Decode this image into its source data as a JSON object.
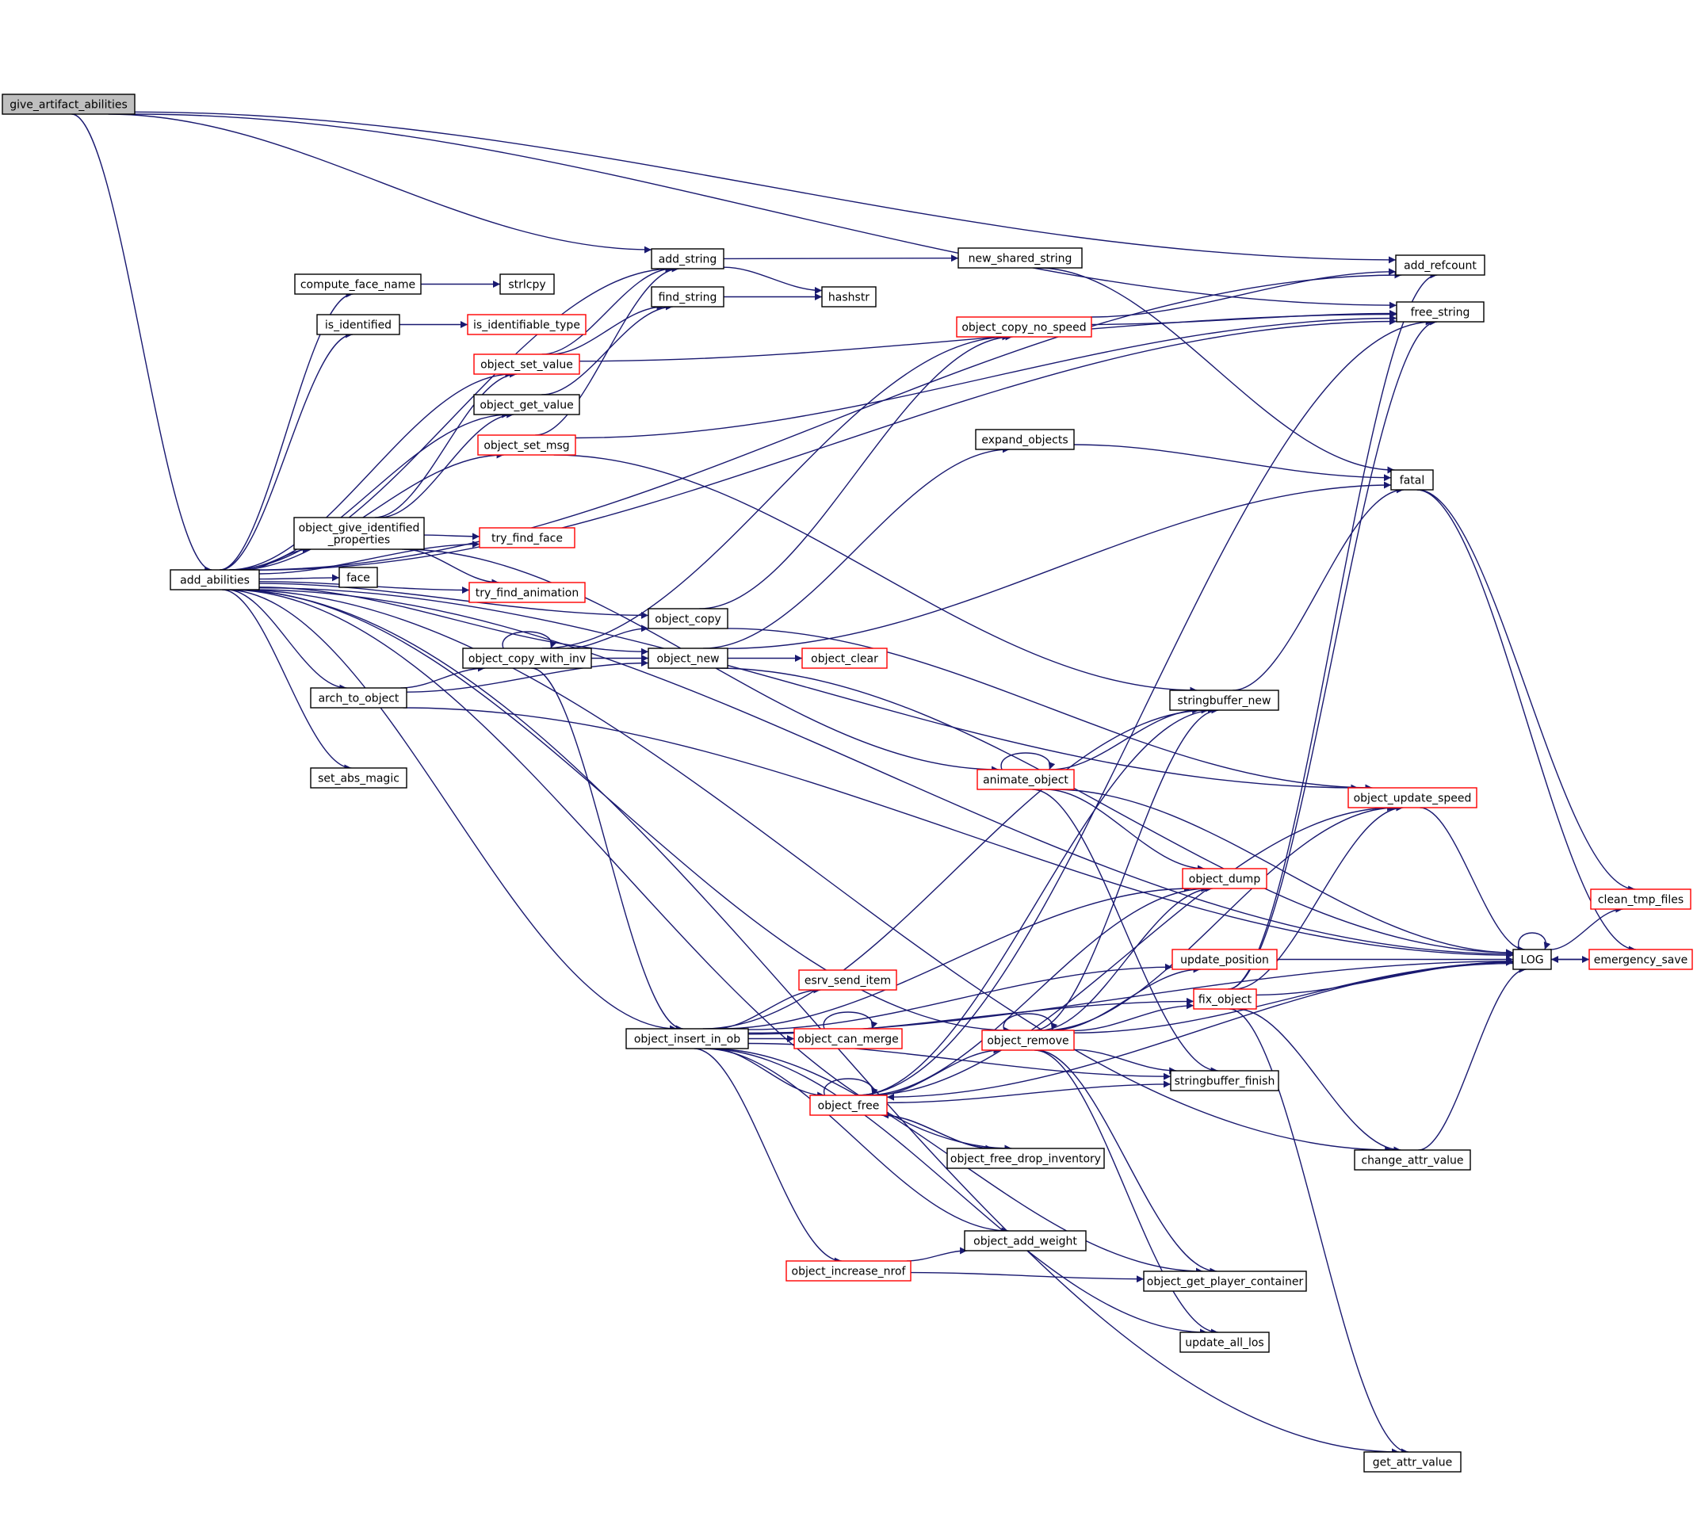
{
  "colors": {
    "edge": "#191970",
    "node_border": "#000000",
    "node_border_truncated": "#ff0000",
    "root_fill": "#bfbfbf",
    "node_fill": "#ffffff"
  },
  "nodes": [
    {
      "id": "give_artifact_abilities",
      "lines": [
        "give_artifact_abilities"
      ],
      "style": "root"
    },
    {
      "id": "add_abilities",
      "lines": [
        "add_abilities"
      ],
      "style": "normal"
    },
    {
      "id": "compute_face_name",
      "lines": [
        "compute_face_name"
      ],
      "style": "normal"
    },
    {
      "id": "strlcpy",
      "lines": [
        "strlcpy"
      ],
      "style": "normal"
    },
    {
      "id": "is_identified",
      "lines": [
        "is_identified"
      ],
      "style": "normal"
    },
    {
      "id": "is_identifiable_type",
      "lines": [
        "is_identifiable_type"
      ],
      "style": "truncated"
    },
    {
      "id": "object_set_value",
      "lines": [
        "object_set_value"
      ],
      "style": "truncated"
    },
    {
      "id": "object_get_value",
      "lines": [
        "object_get_value"
      ],
      "style": "normal"
    },
    {
      "id": "object_set_msg",
      "lines": [
        "object_set_msg"
      ],
      "style": "truncated"
    },
    {
      "id": "object_give_identified_properties",
      "lines": [
        "object_give_identified",
        "_properties"
      ],
      "style": "normal"
    },
    {
      "id": "face",
      "lines": [
        "face"
      ],
      "style": "normal"
    },
    {
      "id": "try_find_face",
      "lines": [
        "try_find_face"
      ],
      "style": "truncated"
    },
    {
      "id": "try_find_animation",
      "lines": [
        "try_find_animation"
      ],
      "style": "truncated"
    },
    {
      "id": "arch_to_object",
      "lines": [
        "arch_to_object"
      ],
      "style": "normal"
    },
    {
      "id": "set_abs_magic",
      "lines": [
        "set_abs_magic"
      ],
      "style": "normal"
    },
    {
      "id": "object_copy_with_inv",
      "lines": [
        "object_copy_with_inv"
      ],
      "style": "normal"
    },
    {
      "id": "add_string",
      "lines": [
        "add_string"
      ],
      "style": "normal"
    },
    {
      "id": "find_string",
      "lines": [
        "find_string"
      ],
      "style": "normal"
    },
    {
      "id": "object_copy",
      "lines": [
        "object_copy"
      ],
      "style": "normal"
    },
    {
      "id": "object_new",
      "lines": [
        "object_new"
      ],
      "style": "normal"
    },
    {
      "id": "object_clear",
      "lines": [
        "object_clear"
      ],
      "style": "truncated"
    },
    {
      "id": "new_shared_string",
      "lines": [
        "new_shared_string"
      ],
      "style": "normal"
    },
    {
      "id": "hashstr",
      "lines": [
        "hashstr"
      ],
      "style": "normal"
    },
    {
      "id": "object_copy_no_speed",
      "lines": [
        "object_copy_no_speed"
      ],
      "style": "truncated"
    },
    {
      "id": "expand_objects",
      "lines": [
        "expand_objects"
      ],
      "style": "normal"
    },
    {
      "id": "stringbuffer_new",
      "lines": [
        "stringbuffer_new"
      ],
      "style": "normal"
    },
    {
      "id": "animate_object",
      "lines": [
        "animate_object"
      ],
      "style": "truncated"
    },
    {
      "id": "object_dump",
      "lines": [
        "object_dump"
      ],
      "style": "truncated"
    },
    {
      "id": "update_position",
      "lines": [
        "update_position"
      ],
      "style": "truncated"
    },
    {
      "id": "fix_object",
      "lines": [
        "fix_object"
      ],
      "style": "truncated"
    },
    {
      "id": "esrv_send_item",
      "lines": [
        "esrv_send_item"
      ],
      "style": "truncated"
    },
    {
      "id": "object_can_merge",
      "lines": [
        "object_can_merge"
      ],
      "style": "truncated"
    },
    {
      "id": "object_insert_in_ob",
      "lines": [
        "object_insert_in_ob"
      ],
      "style": "normal"
    },
    {
      "id": "object_remove",
      "lines": [
        "object_remove"
      ],
      "style": "truncated"
    },
    {
      "id": "object_free",
      "lines": [
        "object_free"
      ],
      "style": "truncated"
    },
    {
      "id": "stringbuffer_finish",
      "lines": [
        "stringbuffer_finish"
      ],
      "style": "normal"
    },
    {
      "id": "object_free_drop_inventory",
      "lines": [
        "object_free_drop_inventory"
      ],
      "style": "normal"
    },
    {
      "id": "object_add_weight",
      "lines": [
        "object_add_weight"
      ],
      "style": "normal"
    },
    {
      "id": "object_increase_nrof",
      "lines": [
        "object_increase_nrof"
      ],
      "style": "truncated"
    },
    {
      "id": "object_get_player_container",
      "lines": [
        "object_get_player_container"
      ],
      "style": "normal"
    },
    {
      "id": "update_all_los",
      "lines": [
        "update_all_los"
      ],
      "style": "normal"
    },
    {
      "id": "add_refcount",
      "lines": [
        "add_refcount"
      ],
      "style": "normal"
    },
    {
      "id": "free_string",
      "lines": [
        "free_string"
      ],
      "style": "normal"
    },
    {
      "id": "fatal",
      "lines": [
        "fatal"
      ],
      "style": "normal"
    },
    {
      "id": "object_update_speed",
      "lines": [
        "object_update_speed"
      ],
      "style": "truncated"
    },
    {
      "id": "change_attr_value",
      "lines": [
        "change_attr_value"
      ],
      "style": "normal"
    },
    {
      "id": "get_attr_value",
      "lines": [
        "get_attr_value"
      ],
      "style": "normal"
    },
    {
      "id": "LOG",
      "lines": [
        "LOG"
      ],
      "style": "normal"
    },
    {
      "id": "clean_tmp_files",
      "lines": [
        "clean_tmp_files"
      ],
      "style": "truncated"
    },
    {
      "id": "emergency_save",
      "lines": [
        "emergency_save"
      ],
      "style": "truncated"
    }
  ],
  "edges": [
    [
      "give_artifact_abilities",
      "add_abilities"
    ],
    [
      "give_artifact_abilities",
      "add_string"
    ],
    [
      "give_artifact_abilities",
      "add_refcount"
    ],
    [
      "give_artifact_abilities",
      "free_string"
    ],
    [
      "add_abilities",
      "compute_face_name"
    ],
    [
      "add_abilities",
      "is_identified"
    ],
    [
      "add_abilities",
      "object_set_value"
    ],
    [
      "add_abilities",
      "object_get_value"
    ],
    [
      "add_abilities",
      "object_set_msg"
    ],
    [
      "add_abilities",
      "object_give_identified_properties"
    ],
    [
      "add_abilities",
      "face"
    ],
    [
      "add_abilities",
      "try_find_face"
    ],
    [
      "add_abilities",
      "try_find_animation"
    ],
    [
      "add_abilities",
      "arch_to_object"
    ],
    [
      "add_abilities",
      "set_abs_magic"
    ],
    [
      "add_abilities",
      "object_copy"
    ],
    [
      "add_abilities",
      "object_new"
    ],
    [
      "add_abilities",
      "object_insert_in_ob"
    ],
    [
      "add_abilities",
      "object_remove"
    ],
    [
      "add_abilities",
      "object_update_speed"
    ],
    [
      "add_abilities",
      "object_free_drop_inventory"
    ],
    [
      "add_abilities",
      "change_attr_value"
    ],
    [
      "add_abilities",
      "get_attr_value"
    ],
    [
      "add_abilities",
      "add_string"
    ],
    [
      "add_abilities",
      "add_refcount"
    ],
    [
      "add_abilities",
      "free_string"
    ],
    [
      "add_abilities",
      "LOG"
    ],
    [
      "compute_face_name",
      "strlcpy"
    ],
    [
      "is_identified",
      "is_identifiable_type"
    ],
    [
      "object_set_value",
      "add_string"
    ],
    [
      "object_set_value",
      "find_string"
    ],
    [
      "object_set_value",
      "free_string"
    ],
    [
      "object_get_value",
      "find_string"
    ],
    [
      "object_set_msg",
      "add_string"
    ],
    [
      "object_set_msg",
      "free_string"
    ],
    [
      "object_set_msg",
      "stringbuffer_new"
    ],
    [
      "object_give_identified_properties",
      "object_set_value"
    ],
    [
      "object_give_identified_properties",
      "object_get_value"
    ],
    [
      "object_give_identified_properties",
      "try_find_face"
    ],
    [
      "object_give_identified_properties",
      "try_find_animation"
    ],
    [
      "object_give_identified_properties",
      "animate_object"
    ],
    [
      "arch_to_object",
      "object_copy_with_inv"
    ],
    [
      "arch_to_object",
      "object_new"
    ],
    [
      "arch_to_object",
      "LOG"
    ],
    [
      "object_copy_with_inv",
      "object_copy_with_inv"
    ],
    [
      "object_copy_with_inv",
      "object_copy"
    ],
    [
      "object_copy_with_inv",
      "object_new"
    ],
    [
      "object_copy_with_inv",
      "object_copy_no_speed"
    ],
    [
      "object_copy_with_inv",
      "object_insert_in_ob"
    ],
    [
      "object_copy",
      "object_copy_no_speed"
    ],
    [
      "object_copy",
      "object_update_speed"
    ],
    [
      "object_new",
      "object_clear"
    ],
    [
      "object_new",
      "expand_objects"
    ],
    [
      "object_new",
      "fatal"
    ],
    [
      "object_new",
      "LOG"
    ],
    [
      "add_string",
      "new_shared_string"
    ],
    [
      "add_string",
      "hashstr"
    ],
    [
      "find_string",
      "hashstr"
    ],
    [
      "new_shared_string",
      "fatal"
    ],
    [
      "object_copy_no_speed",
      "add_refcount"
    ],
    [
      "object_copy_no_speed",
      "free_string"
    ],
    [
      "expand_objects",
      "fatal"
    ],
    [
      "stringbuffer_new",
      "fatal"
    ],
    [
      "animate_object",
      "animate_object"
    ],
    [
      "animate_object",
      "stringbuffer_new"
    ],
    [
      "animate_object",
      "object_dump"
    ],
    [
      "animate_object",
      "stringbuffer_finish"
    ],
    [
      "animate_object",
      "LOG"
    ],
    [
      "object_insert_in_ob",
      "esrv_send_item"
    ],
    [
      "object_insert_in_ob",
      "object_can_merge"
    ],
    [
      "object_insert_in_ob",
      "object_free"
    ],
    [
      "object_insert_in_ob",
      "object_dump"
    ],
    [
      "object_insert_in_ob",
      "update_position"
    ],
    [
      "object_insert_in_ob",
      "fix_object"
    ],
    [
      "object_insert_in_ob",
      "stringbuffer_new"
    ],
    [
      "object_insert_in_ob",
      "stringbuffer_finish"
    ],
    [
      "object_insert_in_ob",
      "object_add_weight"
    ],
    [
      "object_insert_in_ob",
      "object_increase_nrof"
    ],
    [
      "object_insert_in_ob",
      "object_get_player_container"
    ],
    [
      "object_insert_in_ob",
      "update_all_los"
    ],
    [
      "object_insert_in_ob",
      "LOG"
    ],
    [
      "object_can_merge",
      "object_can_merge"
    ],
    [
      "object_free",
      "object_free"
    ],
    [
      "object_free",
      "object_remove"
    ],
    [
      "object_free",
      "object_free_drop_inventory"
    ],
    [
      "object_free",
      "stringbuffer_new"
    ],
    [
      "object_free",
      "stringbuffer_finish"
    ],
    [
      "object_free",
      "object_dump"
    ],
    [
      "object_free",
      "object_update_speed"
    ],
    [
      "object_free",
      "free_string"
    ],
    [
      "object_free_drop_inventory",
      "object_free"
    ],
    [
      "object_remove",
      "object_remove"
    ],
    [
      "object_remove",
      "fix_object"
    ],
    [
      "object_remove",
      "stringbuffer_new"
    ],
    [
      "object_remove",
      "stringbuffer_finish"
    ],
    [
      "object_remove",
      "object_dump"
    ],
    [
      "object_remove",
      "update_position"
    ],
    [
      "object_remove",
      "object_update_speed"
    ],
    [
      "object_remove",
      "object_get_player_container"
    ],
    [
      "object_remove",
      "update_all_los"
    ],
    [
      "object_remove",
      "LOG"
    ],
    [
      "object_increase_nrof",
      "object_add_weight"
    ],
    [
      "object_increase_nrof",
      "object_get_player_container"
    ],
    [
      "update_position",
      "LOG"
    ],
    [
      "fix_object",
      "LOG"
    ],
    [
      "fix_object",
      "add_refcount"
    ],
    [
      "fix_object",
      "free_string"
    ],
    [
      "fix_object",
      "object_update_speed"
    ],
    [
      "fix_object",
      "change_attr_value"
    ],
    [
      "fix_object",
      "get_attr_value"
    ],
    [
      "change_attr_value",
      "LOG"
    ],
    [
      "object_update_speed",
      "LOG"
    ],
    [
      "LOG",
      "LOG"
    ],
    [
      "LOG",
      "object_free"
    ],
    [
      "LOG",
      "clean_tmp_files"
    ],
    [
      "LOG",
      "emergency_save"
    ],
    [
      "emergency_save",
      "LOG"
    ],
    [
      "fatal",
      "clean_tmp_files"
    ],
    [
      "fatal",
      "emergency_save"
    ]
  ]
}
